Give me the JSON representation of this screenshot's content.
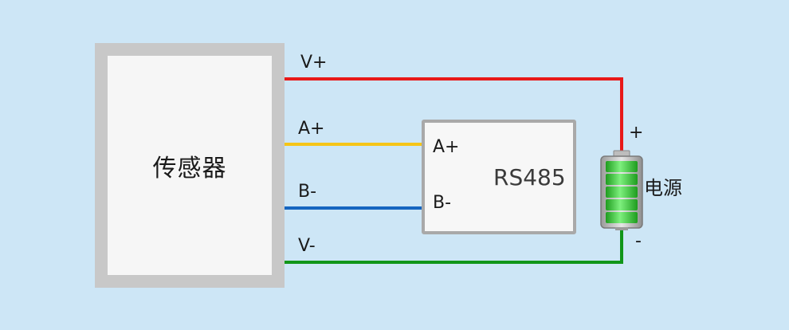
{
  "sensor": {
    "label": "传感器"
  },
  "module": {
    "title": "RS485",
    "ports": {
      "a": "A+",
      "b": "B-"
    }
  },
  "wires": [
    {
      "label": "V+",
      "color": "#e81919"
    },
    {
      "label": "A+",
      "color": "#f5c518"
    },
    {
      "label": "B-",
      "color": "#1565c0"
    },
    {
      "label": "V-",
      "color": "#119619"
    }
  ],
  "power": {
    "label": "电源",
    "plus": "+",
    "minus": "-",
    "battery_color": "#37c837",
    "icon": "battery-icon"
  }
}
